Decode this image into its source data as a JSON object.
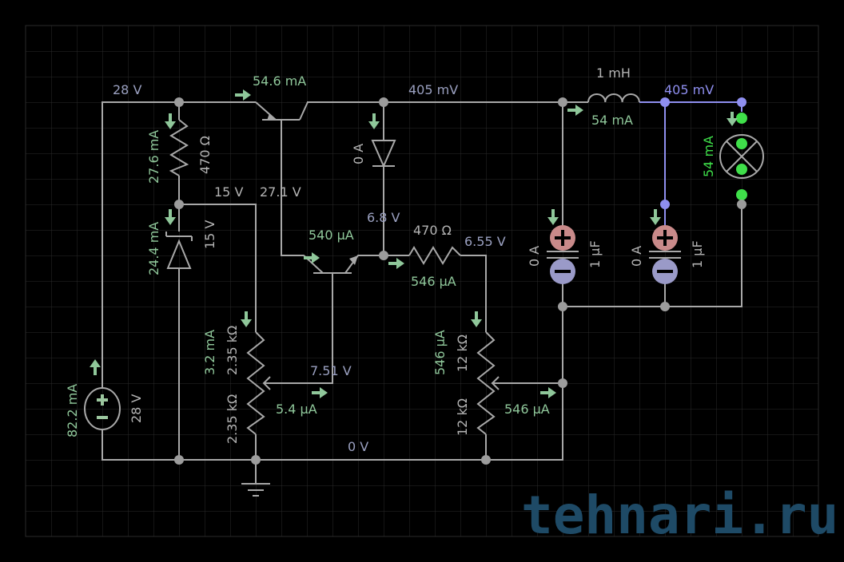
{
  "nodes": {
    "supply_voltage": "28 V",
    "zener_node": "15 V",
    "q1_base": "27.1 V",
    "top_mid": "405 mV",
    "diode_node": "6.8 V",
    "r470_node": "6.55 V",
    "wiper1": "7.51 V",
    "ground": "0 V",
    "lamp_node": "405 mV"
  },
  "currents": {
    "q1_emitter": "54.6 mA",
    "r470_top": "27.6 mA",
    "zener": "24.4 mA",
    "pot1": "3.2 mA",
    "source": "82.2 mA",
    "diode": "0 A",
    "q2_base": "540 μA",
    "r470_mid": "546 μA",
    "wiper1": "5.4 μA",
    "pot2": "546 μA",
    "wiper2": "546 μA",
    "inductor": "54 mA",
    "cap1": "0 A",
    "cap2": "0 A",
    "lamp": "54 mA"
  },
  "components": {
    "r_top": "470 Ω",
    "zener": "15 V",
    "pot1_top": "2.35 kΩ",
    "pot1_bottom": "2.35 kΩ",
    "source": "28 V",
    "r_mid": "470 Ω",
    "pot2_top": "12 kΩ",
    "pot2_bottom": "12 kΩ",
    "inductor": "1 mH",
    "cap1": "1 μF",
    "cap2": "1 μF"
  },
  "watermark": "tehnari.ru"
}
